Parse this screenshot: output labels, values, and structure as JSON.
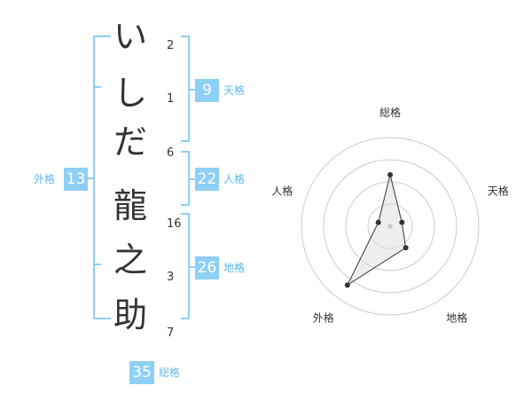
{
  "name": {
    "chars": [
      {
        "char": "い",
        "strokes": "2"
      },
      {
        "char": "し",
        "strokes": "1"
      },
      {
        "char": "だ",
        "strokes": "6"
      },
      {
        "char": "龍",
        "strokes": "16"
      },
      {
        "char": "之",
        "strokes": "3"
      },
      {
        "char": "助",
        "strokes": "7"
      }
    ]
  },
  "kaku": {
    "tenkaku": {
      "value": "9",
      "label": "天格"
    },
    "jinkaku": {
      "value": "22",
      "label": "人格"
    },
    "chikaku": {
      "value": "26",
      "label": "地格"
    },
    "gaikaku": {
      "value": "13",
      "label": "外格"
    },
    "soukaku": {
      "value": "35",
      "label": "総格"
    }
  },
  "colors": {
    "accent": "#8ecff6",
    "label": "#5eb8ee",
    "text": "#333333"
  },
  "chart_data": {
    "type": "radar",
    "axes": [
      "総格",
      "天格",
      "地格",
      "外格",
      "人格"
    ],
    "values": [
      0.58,
      0.14,
      0.3,
      0.82,
      0.14
    ],
    "range": [
      0,
      1
    ],
    "rings": 4
  }
}
